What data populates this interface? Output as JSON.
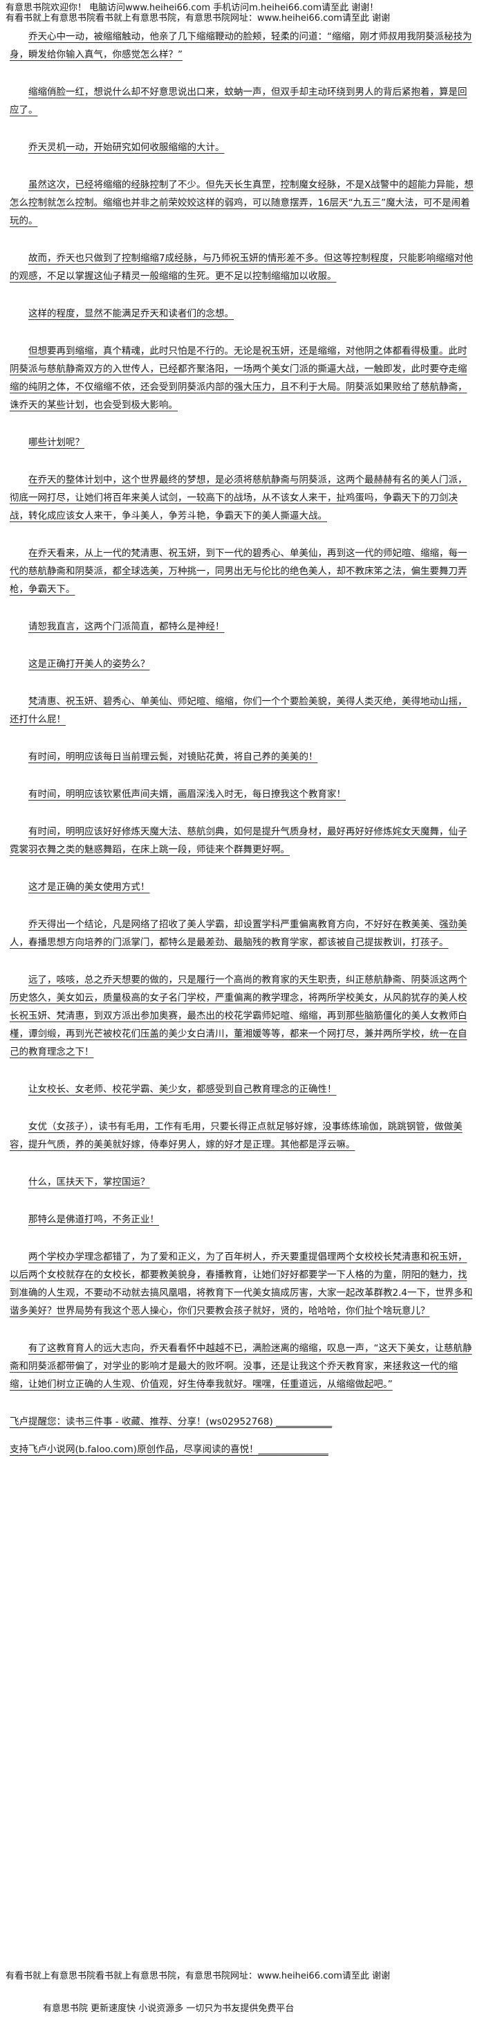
{
  "header": {
    "line1": "有意思书院欢迎你！ 电脑访问www.heihei66.com  手机访问m.heihei66.com请至此 谢谢！",
    "line2": "有看书就上有意思书院看书就上有意思书院，有意思书院网址：www.heihei66.com请至此 谢谢"
  },
  "paragraphs": [
    "乔天心中一动，被缩缩触动，他亲了几下缩缩鞭动的脸颊，轻柔的问道：“缩缩，刚才师叔用我阴葵派秘技为身，瞬发给你输入真气，你感觉怎么样？”",
    "缩缩俏脸一红，想说什么却不好意思说出口来，蚊蚋一声，但双手却主动环绕到男人的背后紧抱着，算是回应了。",
    "乔天灵机一动，开始研究如何收服缩缩的大计。",
    "虽然这次，已经将缩缩的经脉控制了不少。但先天长生真罡，控制魔女经脉，不是X战警中的超能力异能，想怎么控制就怎么控制。缩缩也并非之前荣姣姣这样的弱鸡，可以随意摆弄，16层天“九五三”魔大法，可不是闹着玩的。",
    "故而，乔天也只做到了控制缩缩7成经脉，与乃师祝玉妍的情形差不多。但这等控制程度，只能影响缩缩对他的观感，不足以掌握这仙子精灵一般缩缩的生死。更不足以控制缩缩加以收服。",
    "这样的程度，显然不能满足乔天和读者们的念想。",
    "但想要再到缩缩，真个精魂，此时只怕是不行的。无论是祝玉妍，还是缩缩，对他阴之体都看得极重。此时阴葵派与慈航静斋双方的入世传人，已经都齐聚洛阳，一场两个美女门派的撕逼大战，一触即发，此时要夺走缩缩的纯阴之体，不仅缩缩不依，还会受到阴葵派内部的强大压力，且不利于大局。阴葵派如果败给了慈航静斋，诛乔天的某些计划，也会受到极大影响。",
    "哪些计划呢？",
    "在乔天的整体计划中，这个世界最终的梦想，是必须将慈航静斋与阴葵派，这两个最赫赫有名的美人门派，彻底一网打尽，让她们将百年来美人试剑，一较高下的战场，从不该女人来干，扯鸡蛋吗，争霸天下的刀剑决战，转化成应该女人来干，争斗美人，争芳斗艳，争霸天下的美人撕逼大战。",
    "在乔天看来，从上一代的梵清惠、祝玉妍，到下一代的碧秀心、单美仙，再到这一代的师妃暄、缩缩，每一代的慈航静斋和阴葵派，都全球选美，万种挑一，同男出无与伦比的绝色美人，却不教床笫之法，偏生要舞刀弄枪，争霸天下。",
    "请恕我直言，这两个门派简直，都特么是神经！",
    "这是正确打开美人的姿势么？",
    "梵清惠、祝玉妍、碧秀心、单美仙、师妃暄、缩缩，你们一个个要脸美貌，美得人类灭绝，美得地动山摇，还打什么屁！",
    "有时间，明明应该每日当前理云鬓，对镜贴花黄，将自己养的美美的！",
    "有时间，明明应该钦累低声间夫婿，画眉深浅入时无，每日撩我这个教育家！",
    "有时间，明明应该好好修炼天魔大法、慈航剑典，如何是提升气质身材，最好再好好修炼姹女天魔舞，仙子霓裳羽衣舞之类的魅惑舞蹈，在床上跳一段，师徒来个群舞更好啊。",
    "这才是正确的美女使用方式！",
    "乔天得出一个结论，凡是网络了招收了美人学霸，却设置学科严重偏离教育方向，不好好在教美美、强劲美人，春播思想方向培养的门派掌门，都特么是最差劲、最脑残的教育学家，都该被自己提拔教训，打孩子。",
    "远了，咳咳，总之乔天想要的做的，只是履行一个高尚的教育家的天生职责，纠正慈航静斋、阴葵派这两个历史悠久，美女如云，质量极高的女子名门学校，严重偏离的教学理念，将两所学校美女，从风韵犹存的美人校长祝玉妍、梵清惠，到双方派出参加奥赛，最杰出的校花学霸师妃暄、缩缩，再到那些脑筋僵化的美人女教师白槿，谭剑缎，再到光芒被校花们压盖的美少女白清川，董湘媛等等，都来一个网打尽，兼并两所学校，统一在自己的教育理念之下！",
    "让女校长、女老师、校花学霸、美少女，都感受到自己教育理念的正确性！",
    "女优（女孩子），读书有毛用，工作有毛用，只要长得正点就足够好嫁，没事练练瑜伽，跳跳钢管，做做美容，提升气质，养的美美就好嫁，侍奉好男人，嫁的好才是正理。其他都是浮云嘛。",
    "什么，匡扶天下，掌控国运？",
    "那特么是佛道打鸣，不务正业！",
    "两个学校办学理念都错了，为了爱和正义，为了百年树人，乔天要重提倡理两个女校校长梵清惠和祝玉妍，以后两个女校就存在的女校长，都要教美貌身，春播教育，让她们好好都要学一下人格的为童，阴阳的魅力，找到准确的人生观，不要动不动就去搞风凰唱，将教育下一代美女搞成厉害，大家一起改革群教2.4一下，世界多和谐多美好？世界局势有我这个恶人操心，你们只要教会孩子就好，贤的，哈哈哈，你们扯个啥玩意儿？",
    "有了这教育育人的远大志向，乔天看看怀中越越不已，满脸迷离的缩缩，叹息一声，“这天下美女，让慈航静斋和阴葵派都带偏了，对学业的影响才是最大的败坏啊。没事，还是让我这个乔天教育家，来拯救这一代的缩缩，让她们树立正确的人生观、价值观，好生侍奉我就好。嘿嘿，任重道远，从缩缩做起吧。”"
  ],
  "footer": {
    "promo": "飞卢提醒您：读书三件事 - 收藏、推荐、分享！(ws02952768) ____________",
    "support": "支持飞卢小说网(b.faloo.com)原创作品，尽享阅读的喜悦！_______________",
    "link_line": "有看书就上有意思书院看书就上有意思书院，有意思书院网址：www.heihei66.com请至此 谢谢",
    "banner": "有意思书院 更新速度快 小说资源多 一切只为书友提供免费平台"
  }
}
